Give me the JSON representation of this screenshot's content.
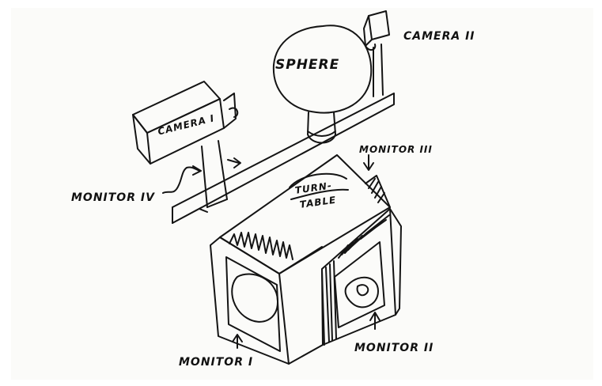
{
  "labels": {
    "camera_2": "CAMERA II",
    "sphere": "SPHERE",
    "camera_1": "CAMERA I",
    "monitor_3": "MONITOR III",
    "monitor_4": "MONITOR IV",
    "turntable_line1": "TURN-",
    "turntable_line2": "TABLE",
    "monitor_1": "MONITOR I",
    "monitor_2": "MONITOR II"
  }
}
